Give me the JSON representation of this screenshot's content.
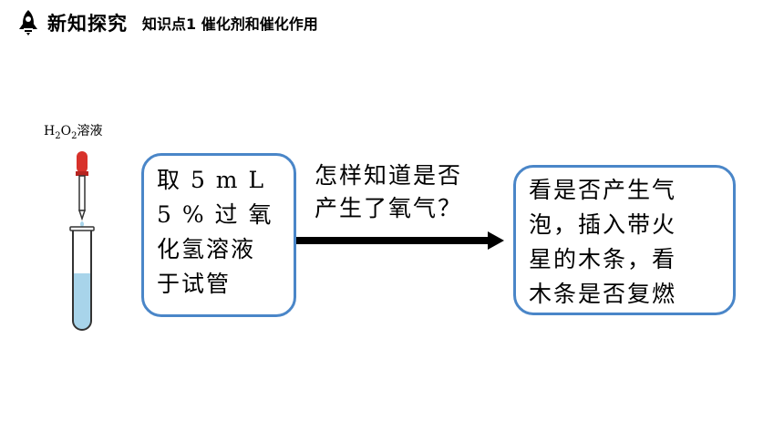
{
  "header": {
    "section_title": "新知探究",
    "point_title": "知识点1 催化剂和催化作用"
  },
  "apparatus": {
    "label_h": "H",
    "label_sub1": "2",
    "label_o": "O",
    "label_sub2": "2",
    "label_suffix": "溶液"
  },
  "left_box": {
    "lines": [
      "取 5 m L",
      "5 % 过 氧",
      "化氢溶液",
      "于试管"
    ]
  },
  "question": {
    "lines": [
      "怎样知道是否",
      "产生了氧气？"
    ]
  },
  "right_box": {
    "lines": [
      "看是否产生气",
      "泡，插入带火",
      "星的木条，看",
      "木条是否复燃"
    ]
  },
  "colors": {
    "box_border": "#4a86c8",
    "liquid": "#a8d4ea",
    "dropper_bulb": "#d8322b",
    "arrow": "#000000"
  }
}
